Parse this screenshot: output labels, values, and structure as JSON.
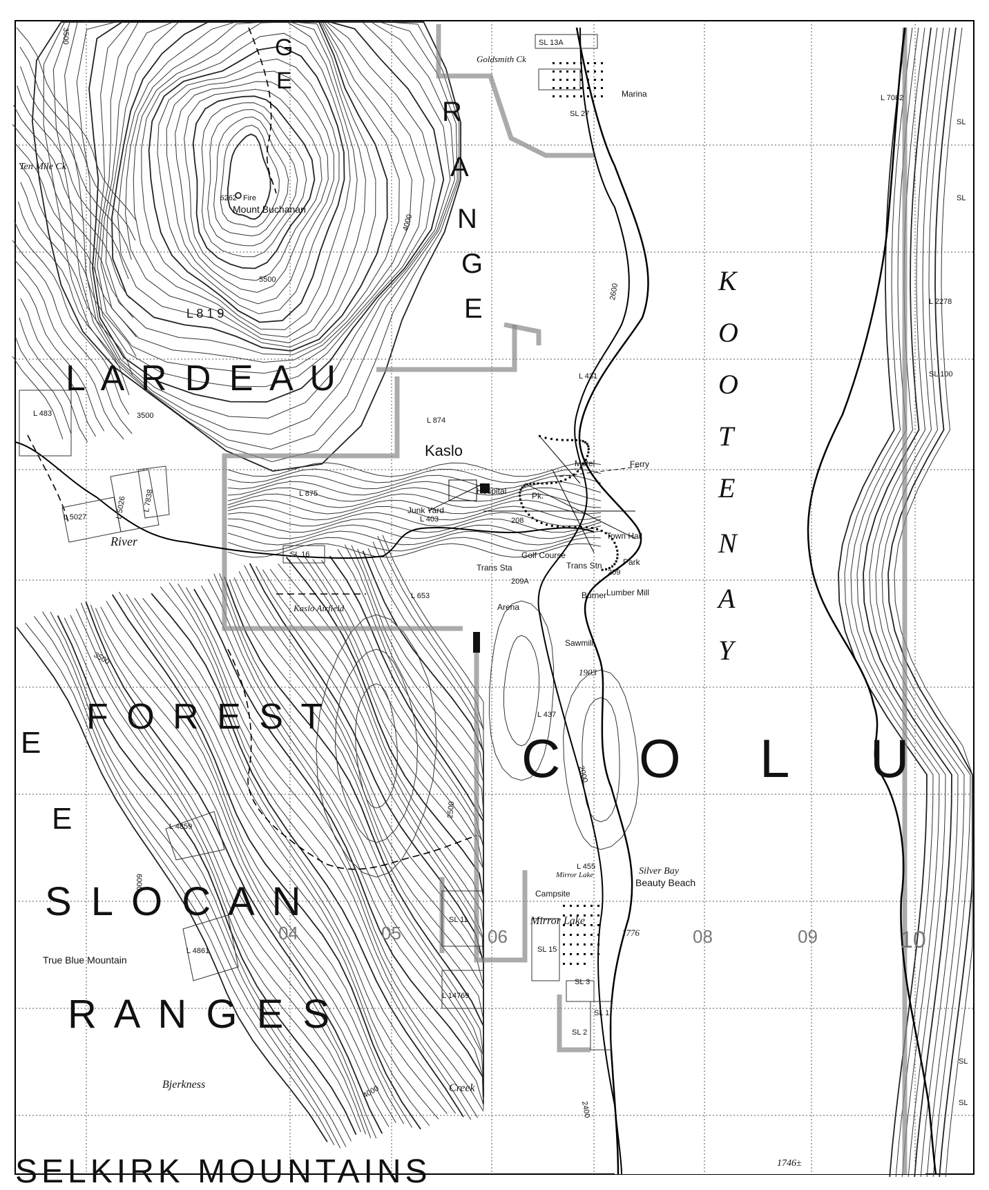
{
  "map": {
    "range_names": {
      "lardeau": "L A R D E A U",
      "forest": "F O R E S T",
      "slocan": "S L O C A N",
      "ranges": "R A N G E S",
      "selkirk": "SELKIRK MOUNTAINS",
      "range_vertical": [
        "R",
        "A",
        "N",
        "G",
        "E"
      ],
      "ge": [
        "G",
        "E"
      ],
      "ee": [
        "E",
        "E"
      ]
    },
    "lake_name": [
      "K",
      "O",
      "O",
      "T",
      "E",
      "N",
      "A",
      "Y"
    ],
    "columbia": [
      "C",
      "O",
      "L",
      "U"
    ],
    "places": {
      "kaslo": "Kaslo",
      "marina": "Marina",
      "motel": "Motel",
      "ferry": "Ferry",
      "hospital": "Hospital",
      "pk": "Pk.",
      "junk_yard": "Junk Yard",
      "town_hall": "Town Hall",
      "park": "Park",
      "golf_course": "Golf Course",
      "trans_sta_1": "Trans Sta",
      "trans_sta_2": "Trans Stn",
      "burner": "Burner",
      "lumber_mill": "Lumber Mill",
      "arena": "Arena",
      "sawmill": "Sawmill",
      "kaslo_airfield": "Kaslo Airfield",
      "silver_bay": "Silver Bay",
      "beauty_beach": "Beauty Beach",
      "mirror_lake": "Mirror Lake",
      "mirror_lake_small": "Mirror Lake",
      "campsite": "Campsite",
      "mount_buchanan": "Mount Buchanan",
      "true_blue_mountain": "True Blue Mountain",
      "fire": "Fire",
      "ten_mile_ck": "Ten Mile Ck",
      "river": "River",
      "bjerkness": "Bjerkness",
      "creek": "Creek",
      "goldsmith_ck": "Goldsmith Ck"
    },
    "elevations": {
      "buchanan_peak": "6262",
      "shore_1903": "1903",
      "shore_1776": "1776",
      "shore_1746": "1746±",
      "c3500_top": "3500",
      "c3500_mid": "3500",
      "c3500_left": "3500",
      "c5500": "5500",
      "c4000_top": "4000",
      "c2600": "2600",
      "c2000": "2000",
      "c2500": "2500",
      "c6000": "6000",
      "c4000_bottom": "4000",
      "c2400": "2400"
    },
    "lots": {
      "sl13a": "SL 13A",
      "sl27": "SL 27",
      "l7082": "L 7082",
      "l819": "L 8 1 9",
      "l431": "L 431",
      "l483": "L 483",
      "l874": "L 874",
      "l875": "L 875",
      "l403": "L 403",
      "l5026": "L 5026",
      "l7838": "L 7838",
      "l5027": "L 5027",
      "sl16": "SL 16",
      "l208": "208",
      "l209": "209",
      "l209a": "209A",
      "l653": "L 653",
      "l437": "L 437",
      "l455": "L 455",
      "l4859": "L 4859",
      "l4861": "L 4861",
      "sl11": "SL 11",
      "sl15": "SL 15",
      "sl3": "SL 3",
      "sl1": "SL 1",
      "sl2": "SL 2",
      "l14769": "L 14769",
      "l2278": "L 2278",
      "sl100": "SL 100",
      "sl_r1": "SL",
      "sl_r2": "SL",
      "sl_r3": "SL",
      "sl_r4": "SL"
    },
    "grid_numbers": {
      "g04": "04",
      "g05": "05",
      "g06": "06",
      "g08": "08",
      "g09": "09",
      "g10": "10"
    }
  }
}
